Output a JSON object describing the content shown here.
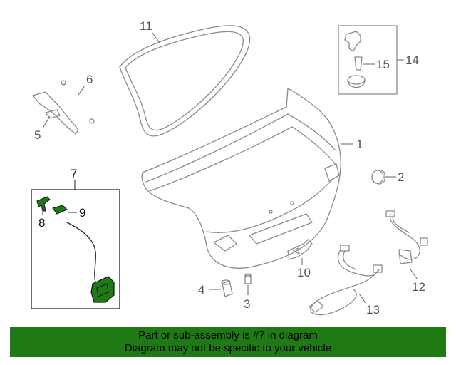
{
  "diagram": {
    "callouts": {
      "c1": "1",
      "c2": "2",
      "c3": "3",
      "c4": "4",
      "c5": "5",
      "c6": "6",
      "c7": "7",
      "c8": "8",
      "c9": "9",
      "c10": "10",
      "c11": "11",
      "c12": "12",
      "c13": "13",
      "c14": "14",
      "c15": "15"
    },
    "highlight_color": "#1f7a16",
    "line_color": "#8a8a8a"
  },
  "banner": {
    "line1": "Part or sub-assembly is #7 in diagram",
    "line2": "Diagram may not be specific to your vehicle",
    "background": "#1f7a16"
  }
}
